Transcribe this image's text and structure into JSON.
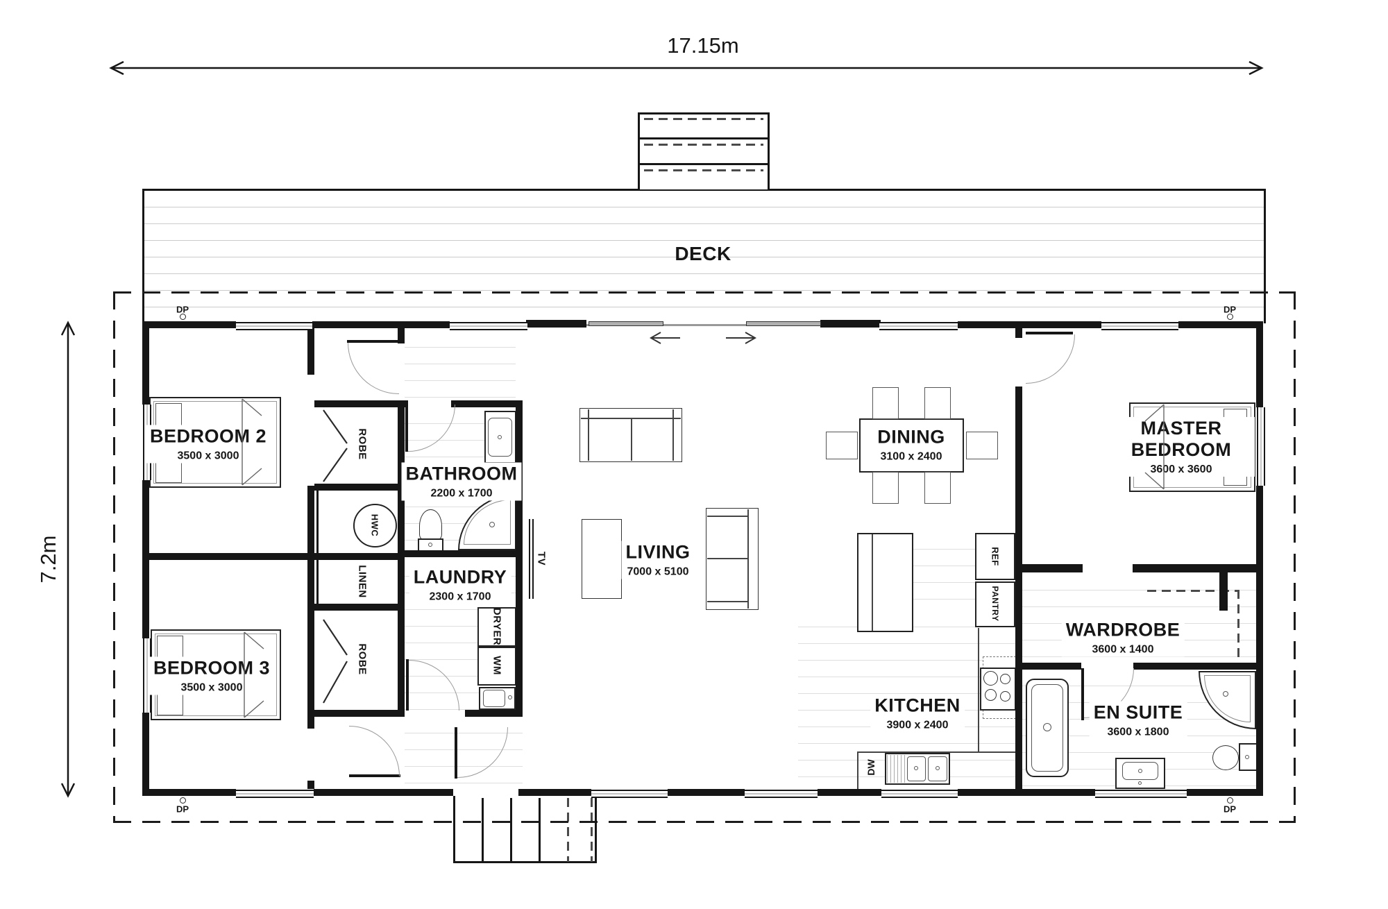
{
  "plan": {
    "width_dimension": "17.15m",
    "depth_dimension": "7.2m",
    "deck_label": "DECK"
  },
  "rooms": {
    "bedroom2": {
      "name": "BEDROOM 2",
      "dims": "3500 x 3000"
    },
    "bedroom3": {
      "name": "BEDROOM 3",
      "dims": "3500 x 3000"
    },
    "bathroom": {
      "name": "BATHROOM",
      "dims": "2200 x 1700"
    },
    "laundry": {
      "name": "LAUNDRY",
      "dims": "2300 x 1700"
    },
    "living": {
      "name": "LIVING",
      "dims": "7000 x 5100"
    },
    "dining": {
      "name": "DINING",
      "dims": "3100 x 2400"
    },
    "kitchen": {
      "name": "KITCHEN",
      "dims": "3900 x 2400"
    },
    "master_bedroom": {
      "name": "MASTER BEDROOM",
      "dims": "3600 x 3600"
    },
    "wardrobe": {
      "name": "WARDROBE",
      "dims": "3600 x 1400"
    },
    "ensuite": {
      "name": "EN SUITE",
      "dims": "3600 x 1800"
    }
  },
  "fixtures": {
    "robe": "ROBE",
    "hot_water_cylinder": "HWC",
    "linen": "LINEN",
    "dryer": "DRYER",
    "washing_machine": "WM",
    "tv": "TV",
    "fridge": "REF",
    "pantry": "PANTRY",
    "dishwasher": "DW",
    "downpipe": "DP"
  }
}
